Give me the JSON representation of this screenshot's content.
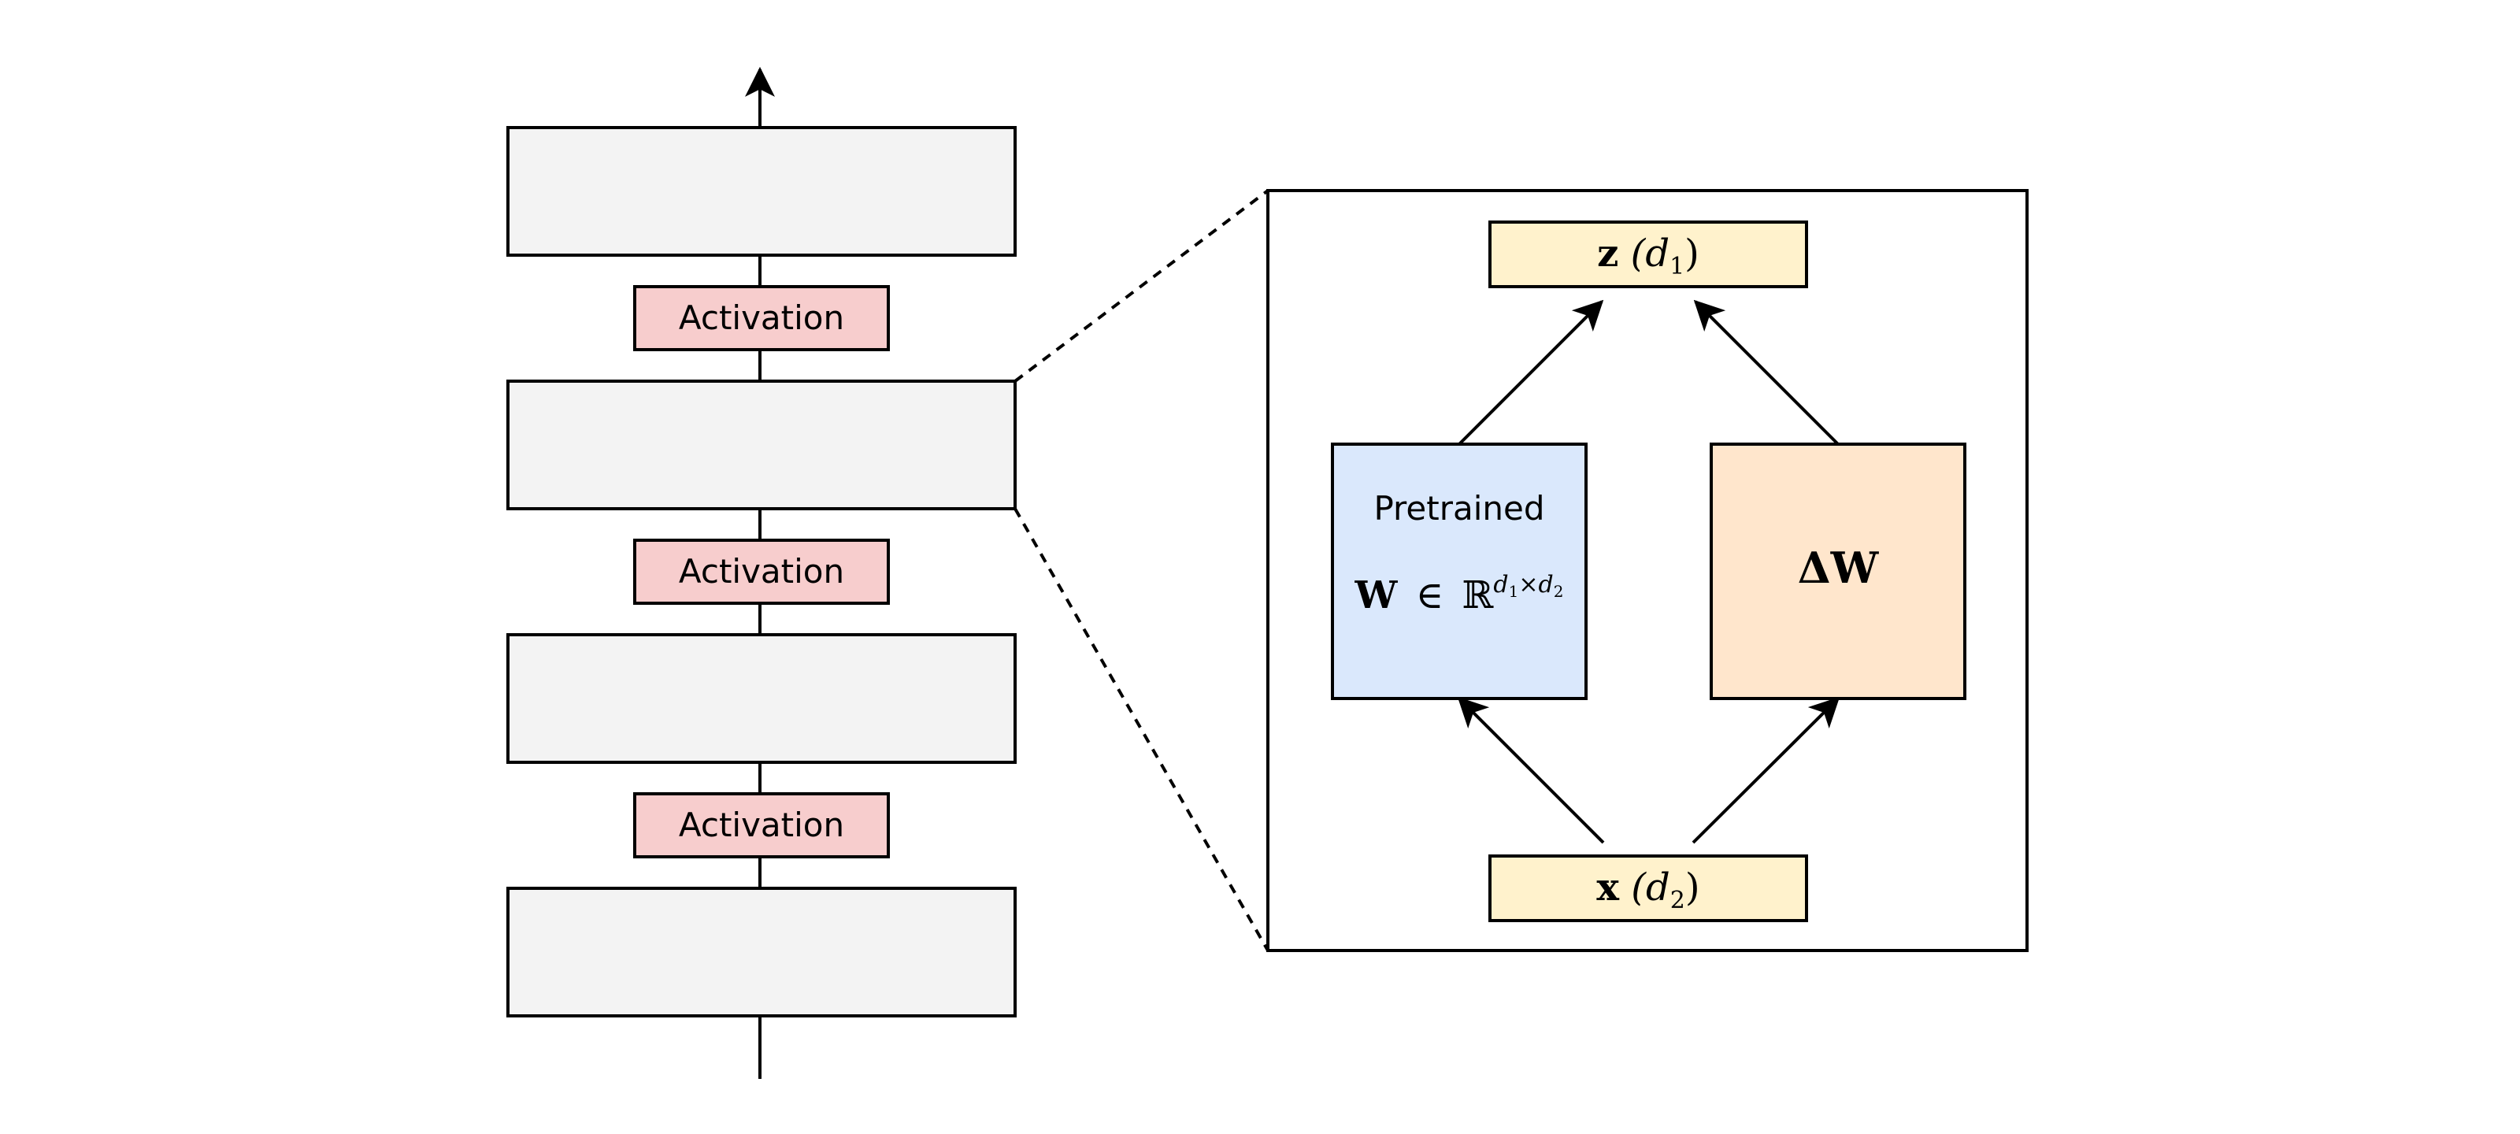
{
  "colors": {
    "layer_fill": "#f3f3f3",
    "activation_fill": "#f7cdcd",
    "io_fill": "#fff2cc",
    "pretrained_fill": "#dae8fc",
    "delta_fill": "#ffe6cc",
    "stroke": "#000000"
  },
  "network": {
    "activations": [
      "Activation",
      "Activation",
      "Activation"
    ]
  },
  "detail": {
    "output": {
      "symbol": "z",
      "dim": "(d",
      "dim_sub": "1",
      "dim_close": ")"
    },
    "input": {
      "symbol": "x",
      "dim": "(d",
      "dim_sub": "2",
      "dim_close": ")"
    },
    "pretrained": {
      "label": "Pretrained",
      "symbol": "W",
      "relation": "∈",
      "space": "ℝ",
      "exp_a": "d",
      "exp_a_sub": "1",
      "exp_times": "×",
      "exp_b": "d",
      "exp_b_sub": "2"
    },
    "delta": {
      "symbol": "ΔW"
    }
  }
}
